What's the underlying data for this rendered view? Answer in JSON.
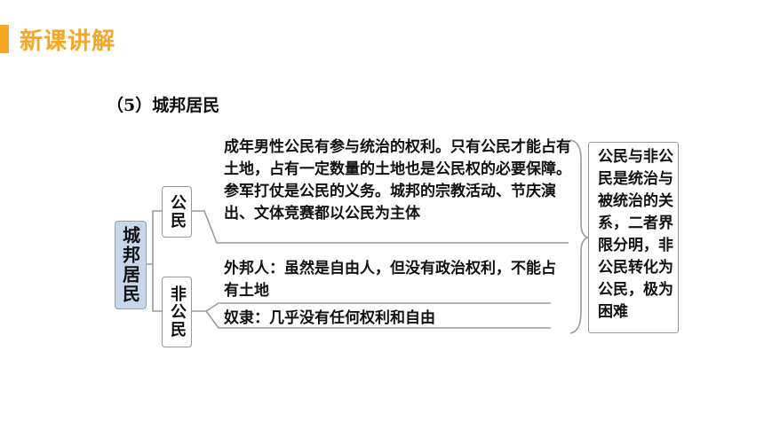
{
  "header": {
    "title": "新课讲解"
  },
  "section": {
    "title": "（5）城邦居民"
  },
  "diagram": {
    "root": "城邦居民",
    "citizen": {
      "label": "公民",
      "text": "成年男性公民有参与统治的权利。只有公民才能占有土地，占有一定数量的土地也是公民权的必要保障。参军打仗是公民的义务。城邦的宗教活动、节庆演出、文体竞赛都以公民为主体"
    },
    "noncitizen": {
      "label": "非公民",
      "foreigner": "外邦人：虽然是自由人，但没有政治权利，不能占有土地",
      "slave": "奴隶：几乎没有任何权利和自由"
    },
    "summary": "公民与非公民是统治与被统治的关系，二者界限分明，非公民转化为公民，极为困难"
  },
  "colors": {
    "accent": "#f5a623",
    "root_fill": "#c8d6ea",
    "line": "#9a9a9a"
  }
}
